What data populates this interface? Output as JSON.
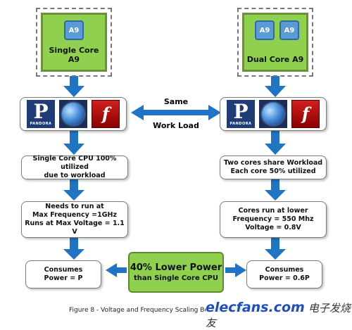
{
  "left_chip": {
    "cores": [
      "A9"
    ],
    "label": "Single Core A9"
  },
  "right_chip": {
    "cores": [
      "A9",
      "A9"
    ],
    "label": "Dual Core A9"
  },
  "apps": {
    "pandora_letter": "P",
    "pandora_label": "PANDORA",
    "flash_letter": "f"
  },
  "center_top": "Same",
  "center_bottom": "Work Load",
  "left_boxes": [
    [
      "Single Core CPU  100% utilized",
      "due to workload"
    ],
    [
      "Needs to run at",
      "Max Frequency =1GHz",
      "Runs at Max Voltage = 1.1 V"
    ],
    [
      "Consumes",
      "Power = P"
    ]
  ],
  "right_boxes": [
    [
      "Two cores share Workload",
      "Each core 50% utilized"
    ],
    [
      "Cores  run at lower",
      "Frequency = 550 Mhz",
      "Voltage = 0.8V"
    ],
    [
      "Consumes",
      "Power = 0.6P"
    ]
  ],
  "middle_highlight": {
    "line1": "40% Lower Power",
    "line2": "than Single Core CPU"
  },
  "caption": "Figure 8 - Voltage and Frequency Scaling Benefits of Dual Core",
  "watermark": {
    "brand": "elecfans.com",
    "brand_cn": "电子发烧友"
  },
  "colors": {
    "arrow_blue": "#1f74c4",
    "chip_green": "#8fd14f",
    "core_blue": "#5b9bd5"
  }
}
